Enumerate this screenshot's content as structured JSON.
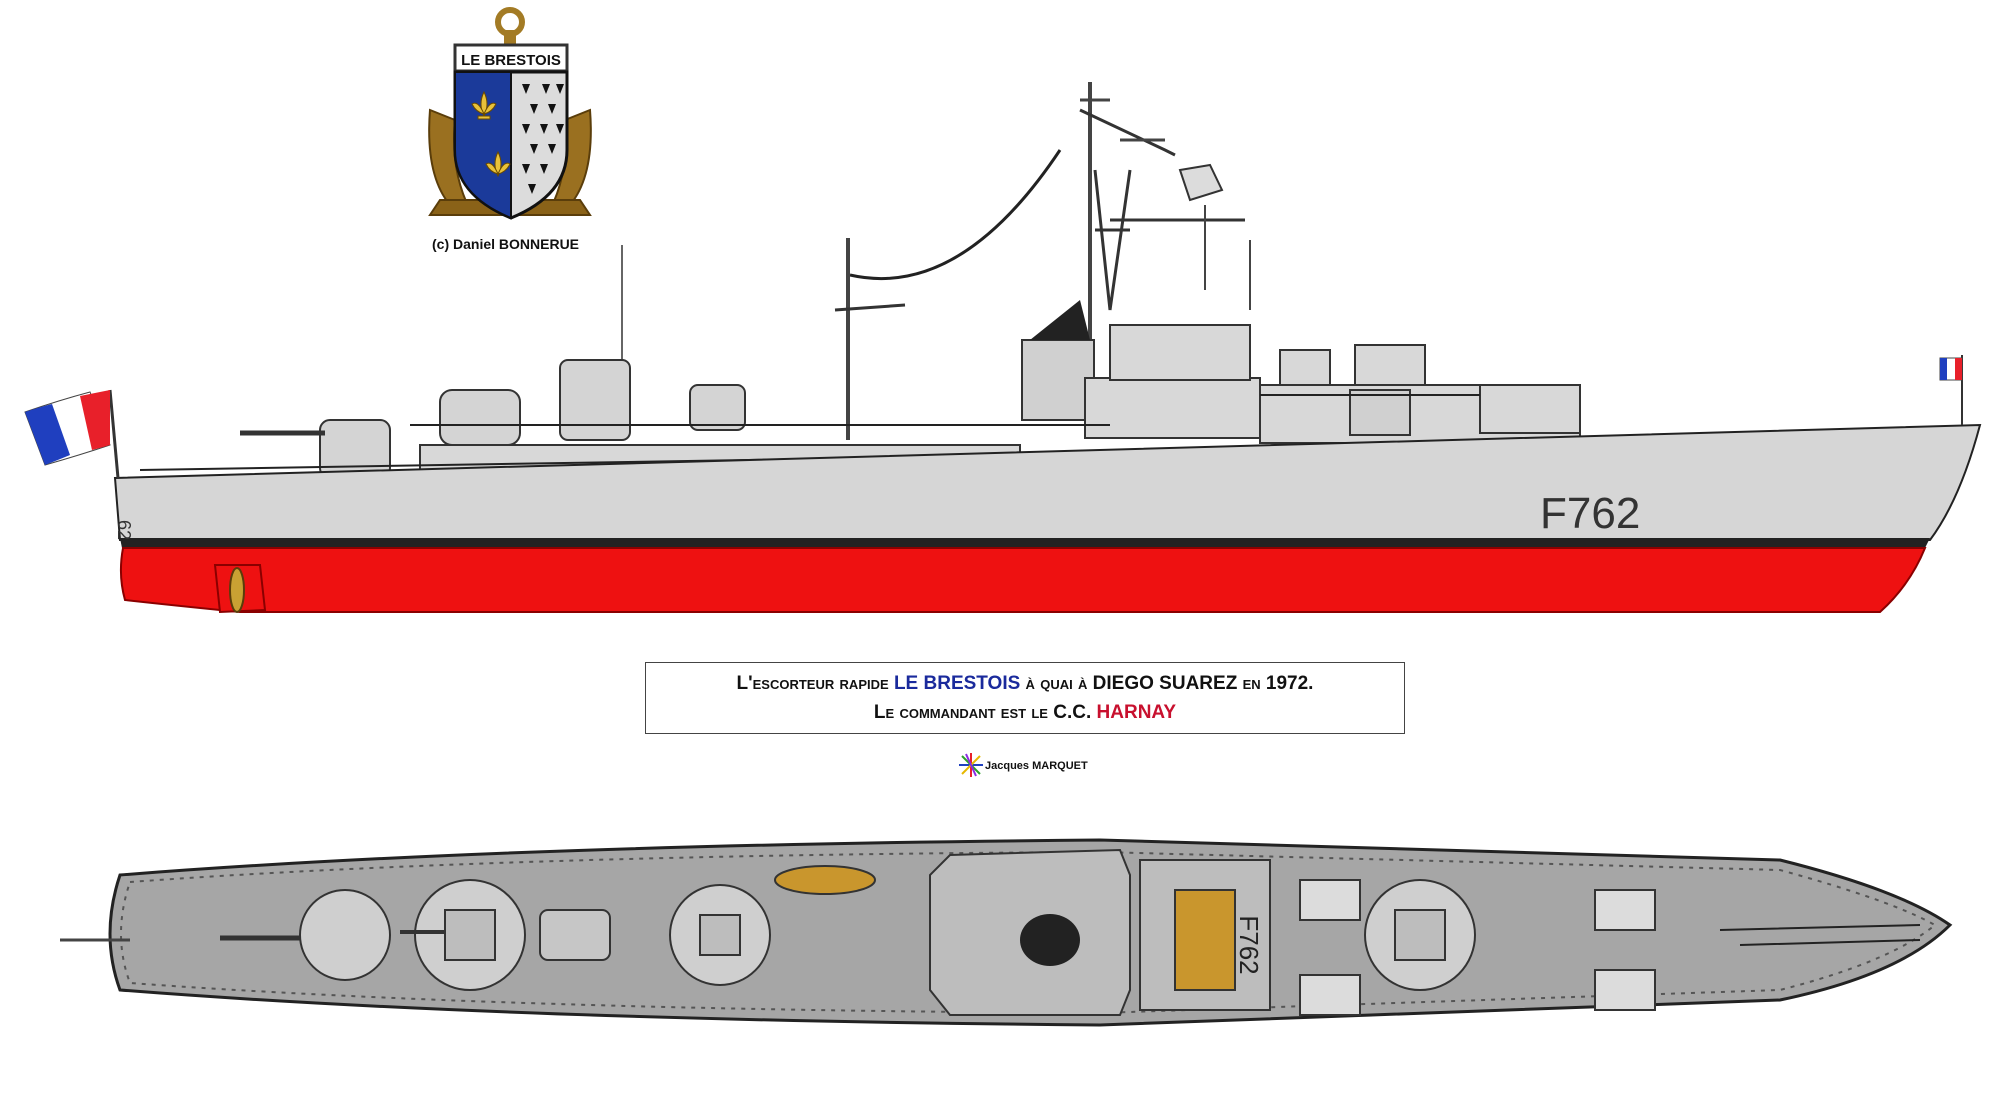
{
  "emblem": {
    "title": "LE BRESTOIS",
    "credit": "(c) Daniel BONNERUE"
  },
  "ship": {
    "hull_number": "F762",
    "bow_number": "62",
    "deck_number": "F762"
  },
  "caption": {
    "line1_a": "L'escorteur rapide ",
    "line1_ship": "LE BRESTOIS",
    "line1_b": " à quai à DIEGO SUAREZ en 1972.",
    "line2_a": "Le commandant est le C.C. ",
    "line2_cmd": "HARNAY"
  },
  "artist_credit": "Jacques MARQUET",
  "colors": {
    "hull": "#d4d4d4",
    "antifouling": "#ee1111",
    "deck": "#a6a6a6",
    "flag_blue": "#1f3fbf",
    "flag_red": "#e8202a",
    "shield_blue": "#1b3a9a",
    "gold": "#b78a2a"
  }
}
